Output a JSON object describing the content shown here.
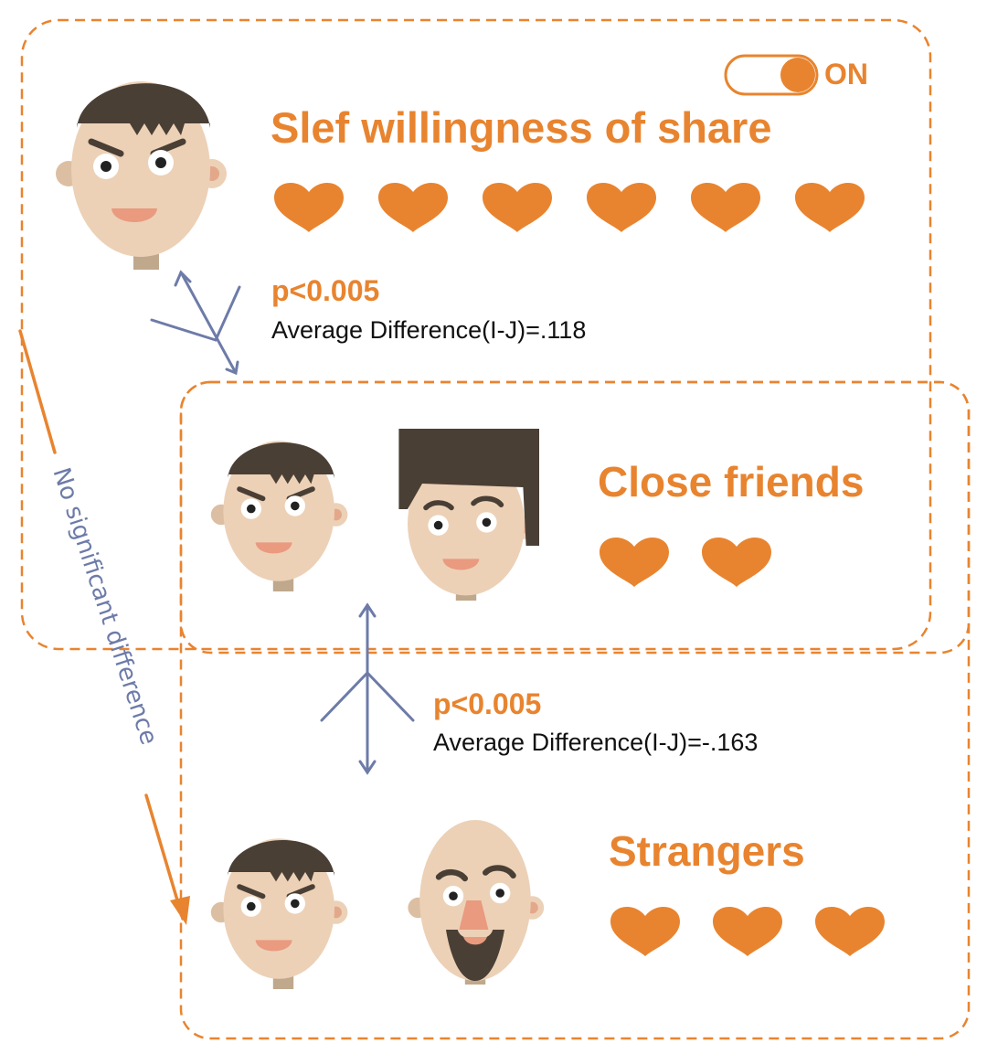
{
  "colors": {
    "accent": "#e8842f",
    "arrow": "#6d7ba8",
    "skin": "#ecd1b7",
    "hair": "#4a3f35",
    "neck": "#bfa88c",
    "cheek": "#e3a88a",
    "mouth": "#e99a7f"
  },
  "toggle": {
    "state": "on",
    "label": "ON"
  },
  "groups": [
    {
      "id": "self",
      "title": "Slef willingness of share",
      "hearts": 6
    },
    {
      "id": "close-friends",
      "title": "Close friends",
      "hearts": 2
    },
    {
      "id": "strangers",
      "title": "Strangers",
      "hearts": 3
    }
  ],
  "comparisons": [
    {
      "id": "self-vs-friends",
      "p": "p<0.005",
      "avg": "Average Difference(I-J)=.118"
    },
    {
      "id": "friends-vs-strangers",
      "p": "p<0.005",
      "avg": "Average Difference(I-J)=-.163"
    }
  ],
  "side_note": "No significant difference",
  "icons": [
    "heart-icon",
    "face-icon",
    "toggle-switch",
    "double-arrow-icon",
    "curved-arrow-icon"
  ]
}
